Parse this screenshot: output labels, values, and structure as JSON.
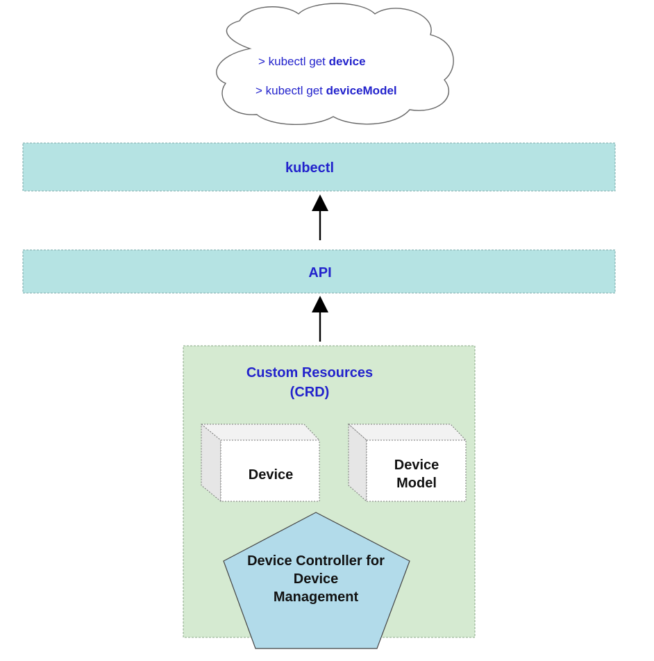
{
  "cloud": {
    "line1_prefix": "> kubectl get ",
    "line1_bold": "device",
    "line2_prefix": "> kubectl get ",
    "line2_bold": "deviceModel"
  },
  "kubectl_band": {
    "label": "kubectl"
  },
  "api_band": {
    "label": "API"
  },
  "crd": {
    "title_line1": "Custom Resources",
    "title_line2": "(CRD)"
  },
  "device_box": {
    "label": "Device"
  },
  "device_model_box": {
    "line1": "Device",
    "line2": "Model"
  },
  "controller": {
    "line1": "Device Controller for",
    "line2": "Device",
    "line3": "Management"
  },
  "colors": {
    "text_blue": "#2222cc",
    "band_fill": "#b5e3e3",
    "crd_fill": "#d5ead1",
    "pentagon_fill": "#b2dbea"
  }
}
